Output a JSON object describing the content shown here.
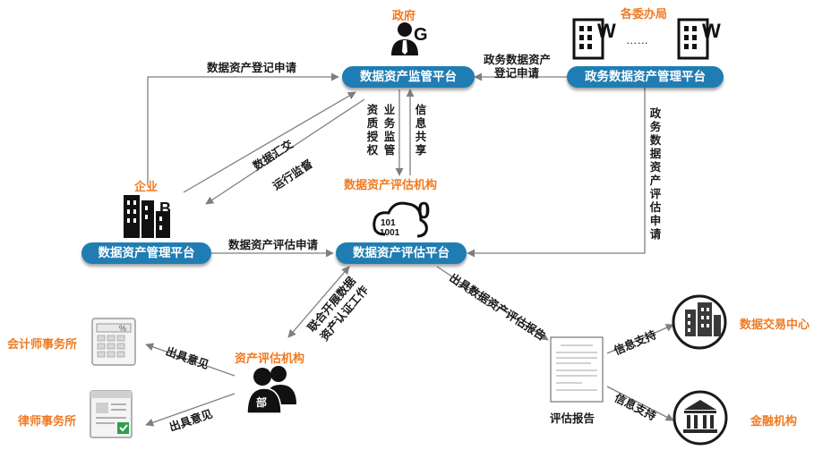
{
  "nodes": {
    "gov_title": "政府",
    "committees_title": "各委办局",
    "ellipsis": "……",
    "supervision_platform": "数据资产监管平台",
    "gov_mgmt_platform": "政务数据资产管理平台",
    "enterprise_title": "企业",
    "enterprise_platform": "数据资产管理平台",
    "eval_org_title": "数据资产评估机构",
    "eval_platform": "数据资产评估平台",
    "asset_eval_org": "资产评估机构",
    "accounting_firm": "会计师事务所",
    "law_firm": "律师事务所",
    "report": "评估报告",
    "exchange_center": "数据交易中心",
    "financial_org": "金融机构"
  },
  "icons": {
    "gov": "person-g-icon",
    "committees": "building-w-icon",
    "enterprise": "building-b-icon",
    "eval_org": "cloud-binary-icon",
    "asset_org": "people-icon",
    "accounting": "calculator-icon",
    "law": "document-check-icon",
    "report": "report-document-icon",
    "exchange": "city-buildings-icon",
    "financial": "bank-icon"
  },
  "icon_glyphs": {
    "gov_letter": "G",
    "committee_letter": "W",
    "enterprise_letter": "B",
    "asset_org_char": "部",
    "binary_top": "101",
    "binary_bottom": "1001",
    "cloud_digit": "0",
    "percent": "%"
  },
  "edges": {
    "register_apply": "数据资产登记申请",
    "gov_register_apply_1": "政务数据资产",
    "gov_register_apply_2": "登记申请",
    "qualification_auth": "资质授权",
    "business_supervision": "业务监管",
    "info_share": "信息共享",
    "data_summary": "数据汇交",
    "operation_supervision": "运行监督",
    "gov_eval_apply": "政务数据资产评估申请",
    "eval_apply": "数据资产评估申请",
    "issue_report": "出具数据资产评估报告",
    "joint_cert_1": "联合开展数据",
    "joint_cert_2": "资产认证工作",
    "opinion_1": "出具意见",
    "opinion_2": "出具意见",
    "info_support_1": "信息支持",
    "info_support_2": "信息支持"
  },
  "colors": {
    "pill": "#1f7db3",
    "accent": "#f07a22",
    "line": "#7f7f7f"
  }
}
